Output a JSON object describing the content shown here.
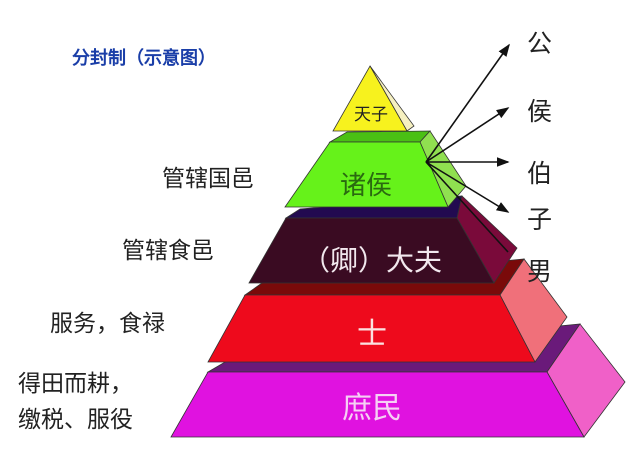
{
  "title": "分封制（示意图）",
  "tiers": [
    {
      "label": "天子",
      "color": "#f7f21e"
    },
    {
      "label": "诸侯",
      "color": "#66f21a"
    },
    {
      "label": "（卿）大夫",
      "color": "#3a0b22"
    },
    {
      "label": "士",
      "color": "#ee0a1c"
    },
    {
      "label": "庶民",
      "color": "#e012e0"
    }
  ],
  "left_labels": {
    "zhuhou": "管辖国邑",
    "dafu": "管辖食邑",
    "shi": "服务，食禄",
    "shumin_line1": "得田而耕，",
    "shumin_line2": "缴税、服役"
  },
  "ranks": [
    "公",
    "侯",
    "伯",
    "子",
    "男"
  ],
  "colors": {
    "title": "#1a3ea8",
    "arrow": "#111111"
  }
}
